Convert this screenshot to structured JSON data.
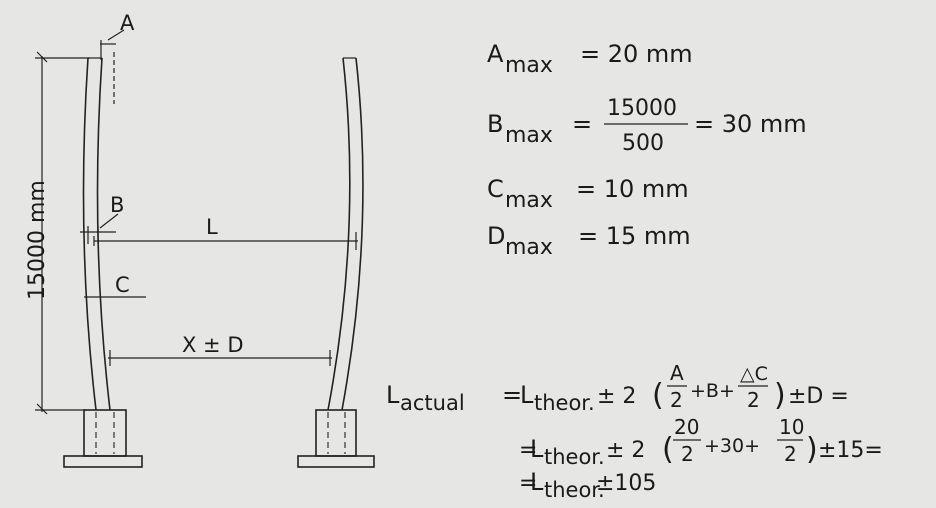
{
  "diagram": {
    "labels": {
      "a": "A",
      "b": "B",
      "c": "C",
      "l": "L",
      "xd": "X ± D",
      "height": "15000 mm"
    }
  },
  "formulas": {
    "a_max": {
      "var": "A",
      "sub": "max",
      "rhs": "= 20 mm"
    },
    "b_max": {
      "var": "B",
      "sub": "max",
      "eq": "=",
      "num": "15000",
      "den": "500",
      "rhs": "= 30 mm"
    },
    "c_max": {
      "var": "C",
      "sub": "max",
      "rhs": "= 10 mm"
    },
    "d_max": {
      "var": "D",
      "sub": "max",
      "rhs": "= 15 mm"
    },
    "l_actual": {
      "line1": {
        "var": "L",
        "sub": "actual",
        "eq": "=",
        "lth": "L",
        "lth_sub": "theor.",
        "pm2": "± 2",
        "open": "(",
        "f1_num": "A",
        "f1_den": "2",
        "plus_b": "+B+",
        "f2_num": "△C",
        "f2_den": "2",
        "close": ")",
        "tail": "±D ="
      },
      "line2": {
        "eq": "=",
        "lth": "L",
        "lth_sub": "theor.",
        "pm2": "± 2",
        "open": "(",
        "f1_num": "20",
        "f1_den": "2",
        "plus_30": "+30+",
        "f2_num": "10",
        "f2_den": "2",
        "close": ")",
        "tail": "±15="
      },
      "line3": {
        "eq": "=",
        "lth": "L",
        "lth_sub": "theor.",
        "tail": "±105"
      }
    }
  }
}
